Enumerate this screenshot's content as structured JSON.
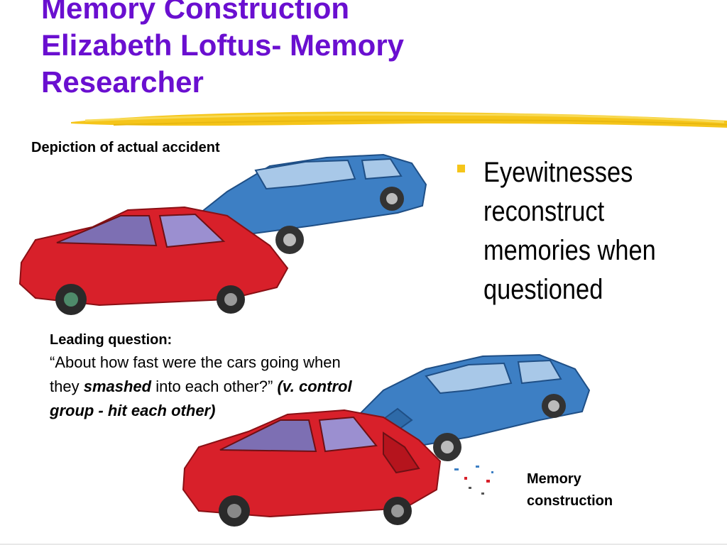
{
  "slide": {
    "title_lines": [
      "Memory Construction",
      "Elizabeth Loftus- Memory",
      "Researcher"
    ],
    "caption_accident": "Depiction of actual accident",
    "caption_memory_lines": [
      "Memory",
      "construction"
    ],
    "question": {
      "heading": "Leading question:",
      "part1": "“About how fast were the cars going when they ",
      "emphasis": "smashed",
      "part2": " into each other?” ",
      "control": "(v. control group - hit each other)"
    },
    "bullet_lines": [
      "Eyewitnesses",
      "reconstruct",
      "memories when",
      "questioned"
    ]
  },
  "colors": {
    "title": "#6a0fd0",
    "accent_stroke": "#f5c51a",
    "bullet": "#f5c51a",
    "red_car": "#d8202a",
    "blue_car": "#3d7fc4"
  },
  "icons": [
    "red-car-illustration",
    "blue-car-illustration",
    "crashed-cars-illustration",
    "debris-icon"
  ]
}
